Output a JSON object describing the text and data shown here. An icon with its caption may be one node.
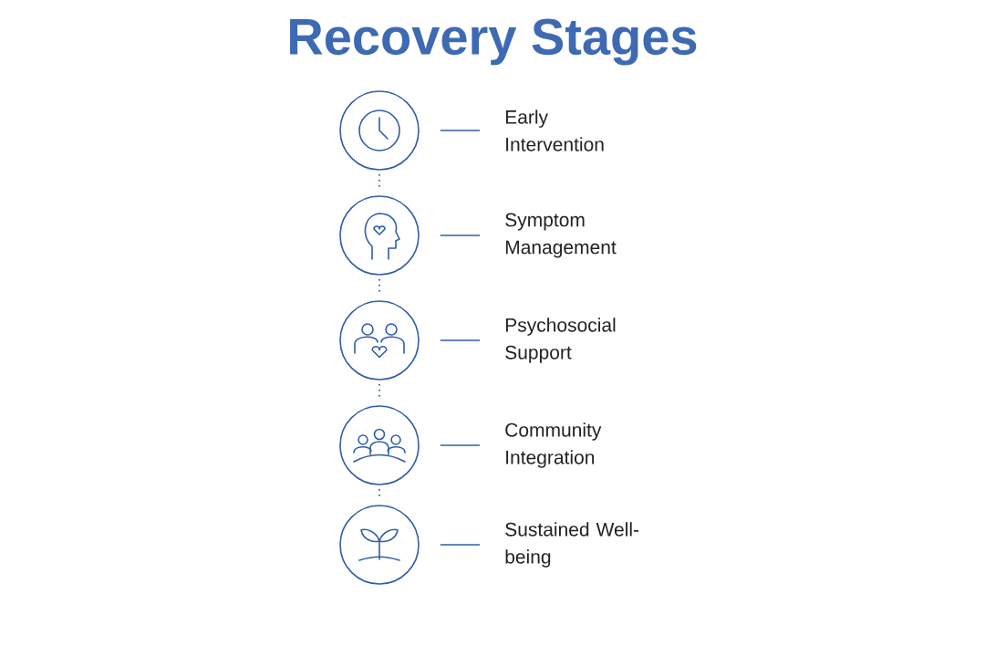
{
  "diagram": {
    "title": "Recovery Stages",
    "nodes": [
      {
        "text": [],
        "shape": "circle"
      },
      {
        "text": [
          "Early Intervention"
        ]
      },
      {
        "text": [],
        "shape": "circle"
      },
      {
        "text": [
          "Symptom Management"
        ]
      },
      {
        "text": [],
        "shape": "circle"
      },
      {
        "text": [
          "Psychosocial Support"
        ]
      },
      {
        "text": [],
        "shape": "circle"
      },
      {
        "text": [
          "Community Integration"
        ]
      },
      {
        "text": [],
        "shape": "circle"
      },
      {
        "text": [
          "Sustained Well-being"
        ]
      }
    ],
    "edges": [
      {
        "from": 0,
        "to": 1,
        "arrow": "none"
      },
      {
        "from": 2,
        "to": 3,
        "arrow": "none"
      },
      {
        "from": 4,
        "to": 5,
        "arrow": "none"
      },
      {
        "from": 6,
        "to": 7,
        "arrow": "none"
      },
      {
        "from": 8,
        "to": 9,
        "arrow": "none"
      },
      {
        "from": 0,
        "to": 2,
        "arrow": "none",
        "style": "dashed"
      },
      {
        "from": 2,
        "to": 4,
        "arrow": "none",
        "style": "dashed"
      },
      {
        "from": 4,
        "to": 6,
        "arrow": "none",
        "style": "dashed"
      },
      {
        "from": 6,
        "to": 8,
        "arrow": "none",
        "style": "dashed"
      }
    ]
  }
}
